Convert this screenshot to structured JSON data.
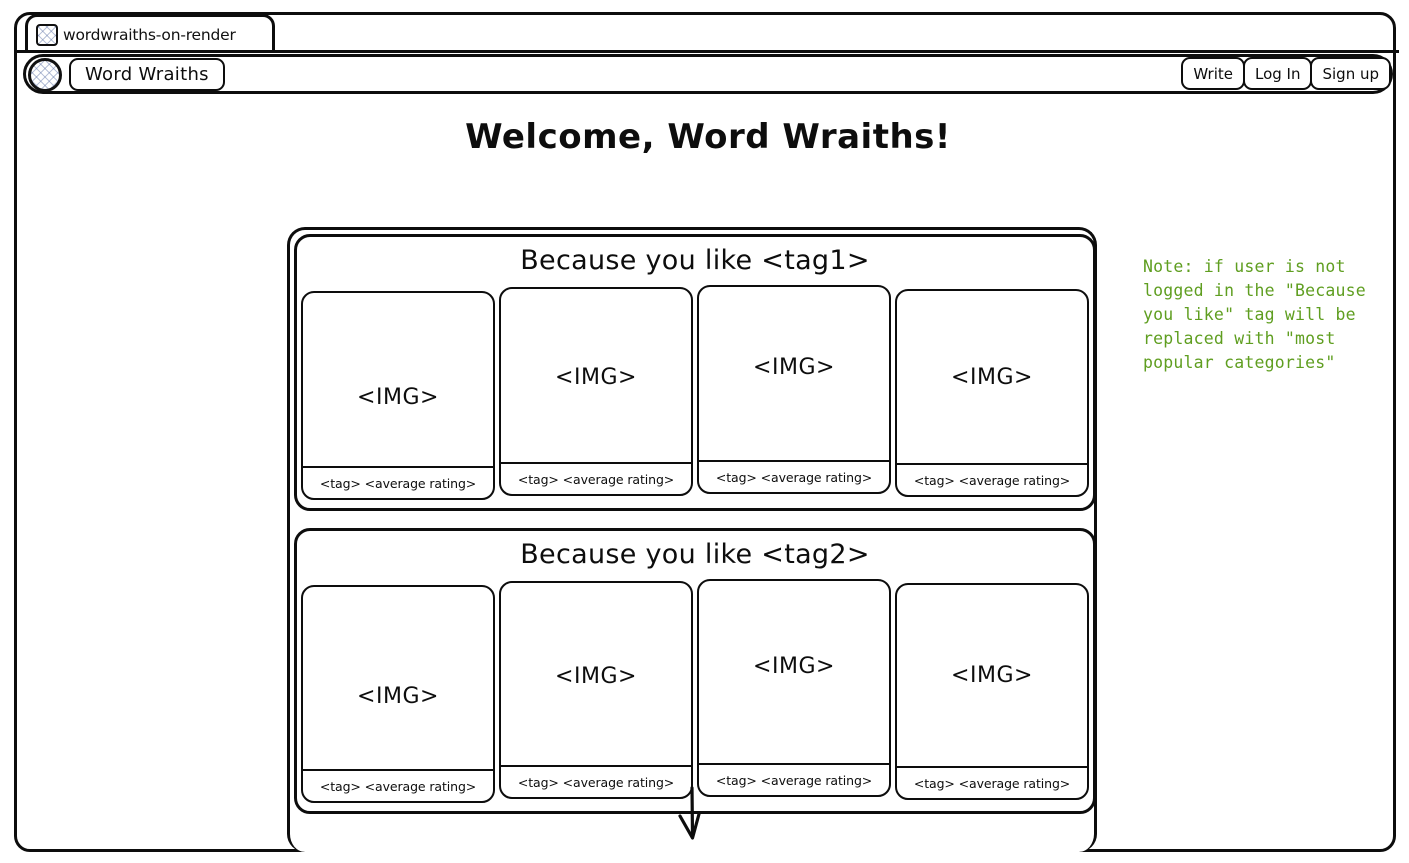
{
  "browser": {
    "tab": {
      "title": "wordwraiths-on-render",
      "favicon": "placeholder-image-icon"
    },
    "address_bar": {
      "logo": "site-logo-placeholder-icon",
      "brand": "Word Wraiths"
    },
    "nav_actions": [
      {
        "label": "Write"
      },
      {
        "label": "Log In"
      },
      {
        "label": "Sign up"
      }
    ]
  },
  "page": {
    "heading": "Welcome, Word Wraiths!",
    "scroll_indicator": "down-arrow-icon",
    "sections": [
      {
        "title": "Because you like <tag1>",
        "cards": [
          {
            "image": "<IMG>",
            "meta": "<tag> <average rating>"
          },
          {
            "image": "<IMG>",
            "meta": "<tag> <average rating>"
          },
          {
            "image": "<IMG>",
            "meta": "<tag> <average rating>"
          },
          {
            "image": "<IMG>",
            "meta": "<tag> <average rating>"
          }
        ]
      },
      {
        "title": "Because you like <tag2>",
        "cards": [
          {
            "image": "<IMG>",
            "meta": "<tag> <average rating>"
          },
          {
            "image": "<IMG>",
            "meta": "<tag> <average rating>"
          },
          {
            "image": "<IMG>",
            "meta": "<tag> <average rating>"
          },
          {
            "image": "<IMG>",
            "meta": "<tag> <average rating>"
          }
        ]
      }
    ]
  },
  "annotation": {
    "note": "Note: if user is not logged in the \"Because you like\" tag will be replaced with \"most popular categories\"",
    "color": "#5f9e20"
  }
}
